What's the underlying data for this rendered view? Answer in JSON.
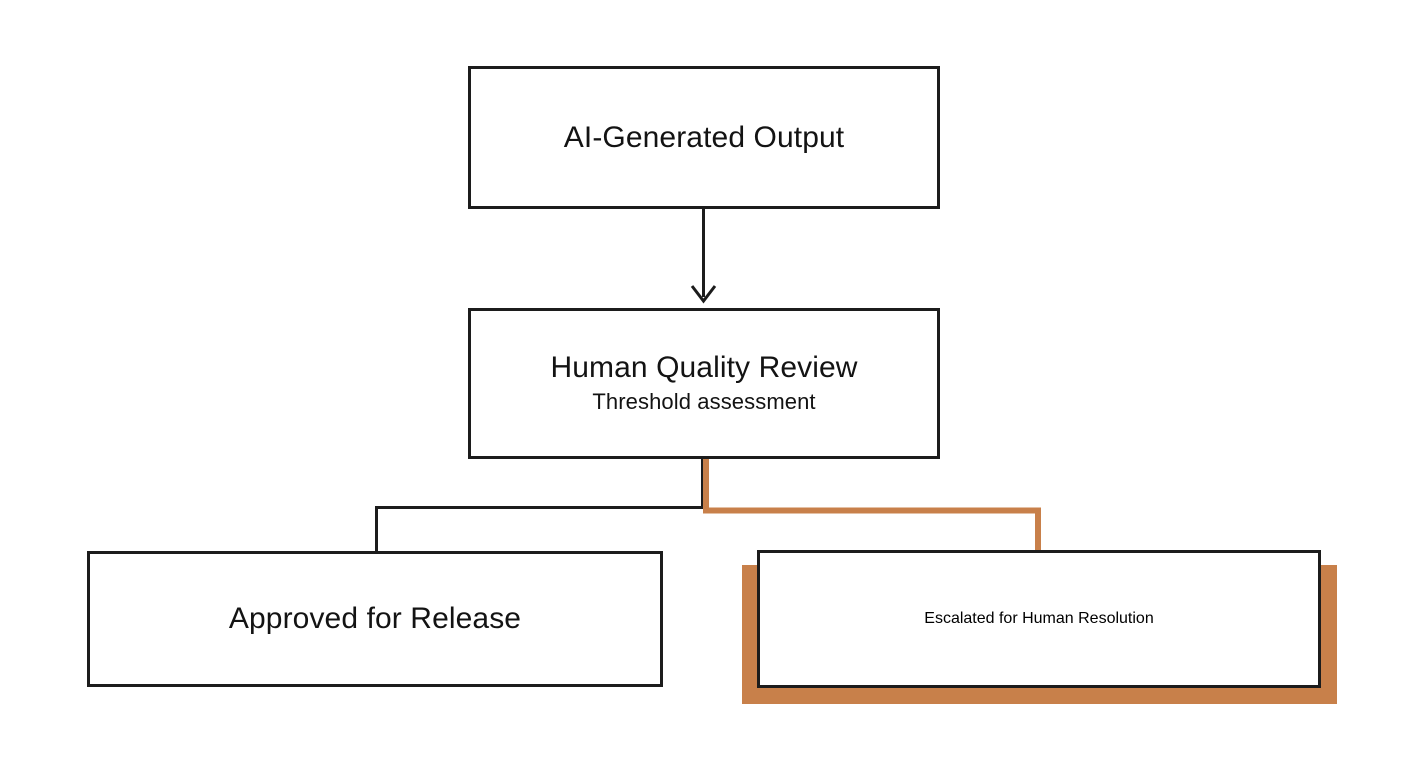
{
  "diagram": {
    "type": "flowchart",
    "orientation": "top-down",
    "accent_color": "#c8804a",
    "line_color": "#1c1c1c",
    "background_color": "#ffffff",
    "nodes": [
      {
        "id": "source",
        "title": "AI-Generated Output",
        "subtitle": "",
        "highlighted": false
      },
      {
        "id": "review",
        "title": "Human Quality Review",
        "subtitle": "Threshold assessment",
        "highlighted": false
      },
      {
        "id": "approved",
        "title": "Approved for Release",
        "subtitle": "",
        "highlighted": false
      },
      {
        "id": "escalated",
        "title": "Escalated for Human Resolution",
        "subtitle": "",
        "highlighted": true
      }
    ],
    "edges": [
      {
        "id": "source-to-review",
        "from": "source",
        "to": "review",
        "style": "arrow",
        "color": "#1c1c1c",
        "label": ""
      },
      {
        "id": "review-to-approved",
        "from": "review",
        "to": "approved",
        "style": "elbow",
        "color": "#1c1c1c",
        "label": ""
      },
      {
        "id": "review-to-escalated",
        "from": "review",
        "to": "escalated",
        "style": "elbow",
        "color": "#c8804a",
        "label": ""
      }
    ]
  }
}
